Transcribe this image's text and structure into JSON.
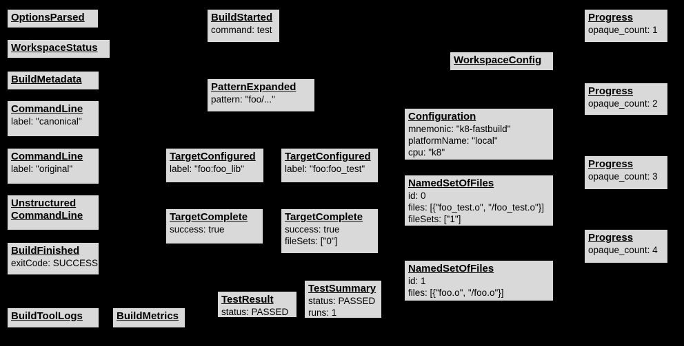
{
  "diagram": {
    "background_color": "#000000",
    "box_fill_color": "#d9d9d9",
    "box_border_color": "#000000",
    "text_color": "#000000"
  },
  "boxes": [
    {
      "title": "OptionsParsed",
      "fields": []
    },
    {
      "title": "WorkspaceStatus",
      "fields": []
    },
    {
      "title": "BuildMetadata",
      "fields": []
    },
    {
      "title": "CommandLine",
      "fields": [
        "label: \"canonical\""
      ]
    },
    {
      "title": "CommandLine",
      "fields": [
        "label: \"original\""
      ]
    },
    {
      "title": "Unstructured CommandLine",
      "fields": []
    },
    {
      "title": "BuildFinished",
      "fields": [
        "exitCode: SUCCESS"
      ]
    },
    {
      "title": "BuildToolLogs",
      "fields": []
    },
    {
      "title": "BuildMetrics",
      "fields": []
    },
    {
      "title": "BuildStarted",
      "fields": [
        "command: test"
      ]
    },
    {
      "title": "PatternExpanded",
      "fields": [
        "pattern: \"foo/...\""
      ]
    },
    {
      "title": "TargetConfigured",
      "fields": [
        "label: \"foo:foo_lib\""
      ]
    },
    {
      "title": "TargetConfigured",
      "fields": [
        "label: \"foo:foo_test\""
      ]
    },
    {
      "title": "TargetComplete",
      "fields": [
        "success: true"
      ]
    },
    {
      "title": "TargetComplete",
      "fields": [
        "success: true",
        "fileSets: [\"0\"]"
      ]
    },
    {
      "title": "TestResult",
      "fields": [
        "status: PASSED"
      ]
    },
    {
      "title": "TestSummary",
      "fields": [
        "status: PASSED",
        "runs: 1"
      ]
    },
    {
      "title": "WorkspaceConfig",
      "fields": []
    },
    {
      "title": "Configuration",
      "fields": [
        "mnemonic: \"k8-fastbuild\"",
        "platformName: \"local\"",
        "cpu: \"k8\""
      ]
    },
    {
      "title": "NamedSetOfFiles",
      "fields": [
        "id: 0",
        "files: [{\"foo_test.o\", \"/foo_test.o\"}]",
        "fileSets: [\"1\"]"
      ]
    },
    {
      "title": "NamedSetOfFiles",
      "fields": [
        "id: 1",
        "files: [{\"foo.o\", \"/foo.o\"}]"
      ]
    },
    {
      "title": "Progress",
      "fields": [
        "opaque_count: 1"
      ]
    },
    {
      "title": "Progress",
      "fields": [
        "opaque_count: 2"
      ]
    },
    {
      "title": "Progress",
      "fields": [
        "opaque_count: 3"
      ]
    },
    {
      "title": "Progress",
      "fields": [
        "opaque_count: 4"
      ]
    }
  ]
}
